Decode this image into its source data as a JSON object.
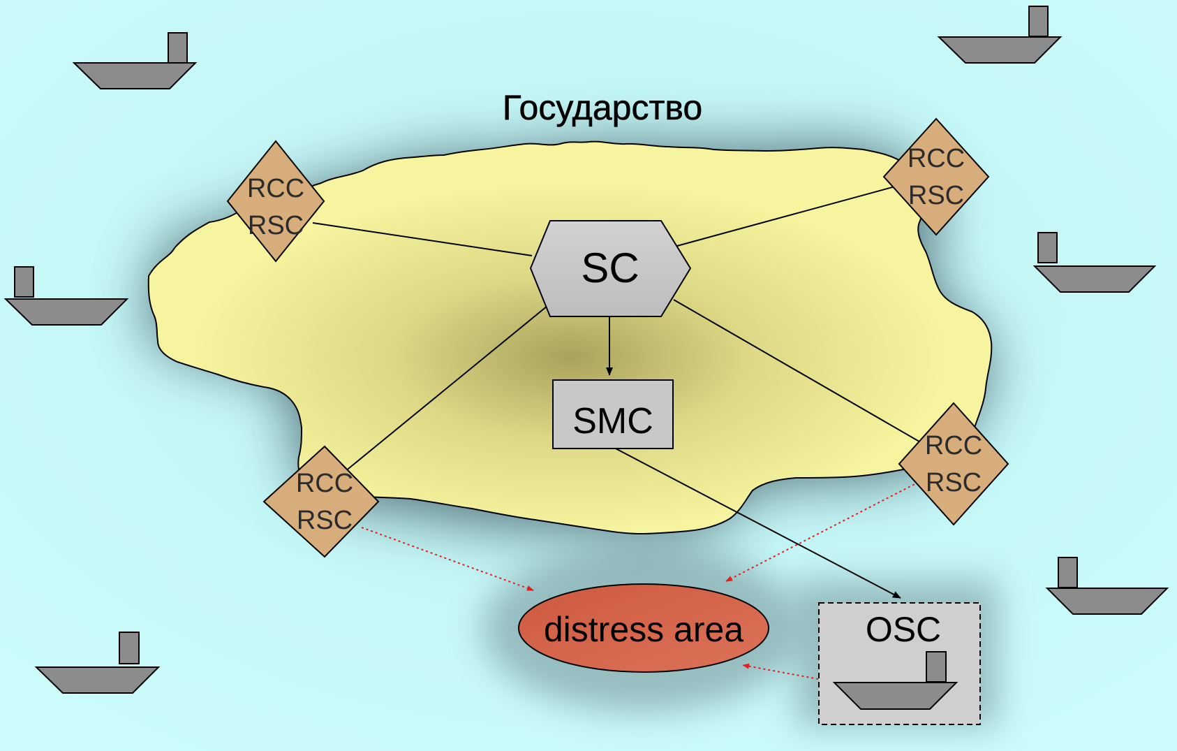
{
  "diagram": {
    "title": "Государство",
    "sc_label": "SC",
    "smc_label": "SMC",
    "osc_label": "OSC",
    "distress_label": "distress area",
    "rcc_nodes": [
      {
        "line1": "RCC",
        "line2": "RSC"
      },
      {
        "line1": "RCC",
        "line2": "RSC"
      },
      {
        "line1": "RCC",
        "line2": "RSC"
      },
      {
        "line1": "RCC",
        "line2": "RSC"
      }
    ]
  },
  "colors": {
    "sea": "#ccfcfc",
    "land": "#f5f29a",
    "land_shadow": "#5e7a80",
    "node_fill": "#d8ad7c",
    "box_fill": "#c8c8c8",
    "distress_fill": "#d4634a",
    "ship_fill": "#8c8c8c",
    "dotted_arrow": "#e02020"
  },
  "icons": [
    "ship-icon"
  ]
}
